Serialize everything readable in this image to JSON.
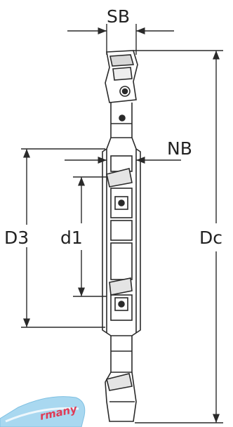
{
  "labels": {
    "sb": "SB",
    "nb": "NB",
    "d3": "D3",
    "d1": "d1",
    "dc": "Dc"
  },
  "stamp": {
    "text": "rmany"
  },
  "colors": {
    "line": "#2a2a2a",
    "stamp_fill": "#a9d8f0",
    "stamp_text": "#e03a55"
  }
}
